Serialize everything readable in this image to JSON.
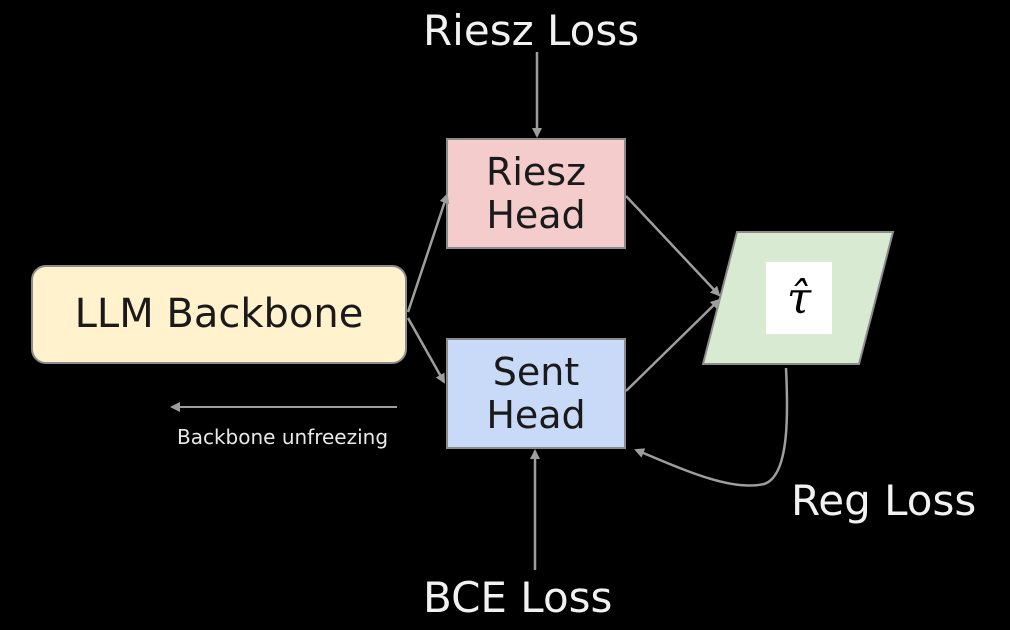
{
  "nodes": {
    "backbone": {
      "label": "LLM Backbone",
      "fill": "#fff2cc"
    },
    "riesz_head": {
      "label": "Riesz\nHead",
      "fill": "#f4cccc"
    },
    "sent_head": {
      "label": "Sent\nHead",
      "fill": "#c9daf8"
    },
    "tau_hat": {
      "label": "τ̂",
      "fill": "#d9ead3"
    }
  },
  "labels": {
    "riesz_loss": "Riesz Loss",
    "bce_loss": "BCE Loss",
    "reg_loss": "Reg Loss",
    "unfreezing": "Backbone unfreezing"
  },
  "colors": {
    "background": "#000000",
    "arrow": "#9e9e9e",
    "node_border": "#8c8c8c"
  }
}
